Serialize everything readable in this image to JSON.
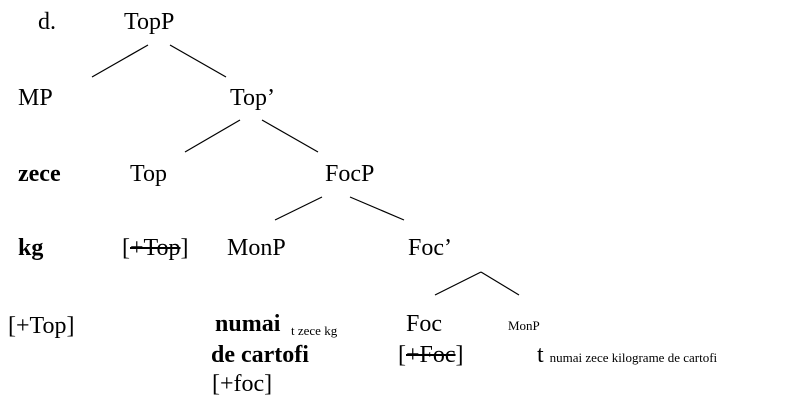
{
  "example_label": "d.",
  "nodes": {
    "topp": "TopP",
    "mp": "MP",
    "top_bar": "Top’",
    "zece": "zece",
    "top": "Top",
    "focp": "FocP",
    "kg": "kg",
    "top_feature_open": "[",
    "top_feature_struck": "+Top",
    "top_feature_close": "]",
    "monp": "MonP",
    "foc_bar": "Foc’",
    "top_feature": "[+Top]",
    "numai": "numai",
    "numai_trace": "t zece kg",
    "foc": "Foc",
    "monp_small": "MonP",
    "de_cartofi": "de cartofi",
    "foc_feature_open": "[",
    "foc_feature_struck": "+Foc",
    "foc_feature_close": "]",
    "trace_t": "t",
    "trace_subscript": "numai zece kilograme de cartofi",
    "foc_feature": "[+foc]"
  }
}
